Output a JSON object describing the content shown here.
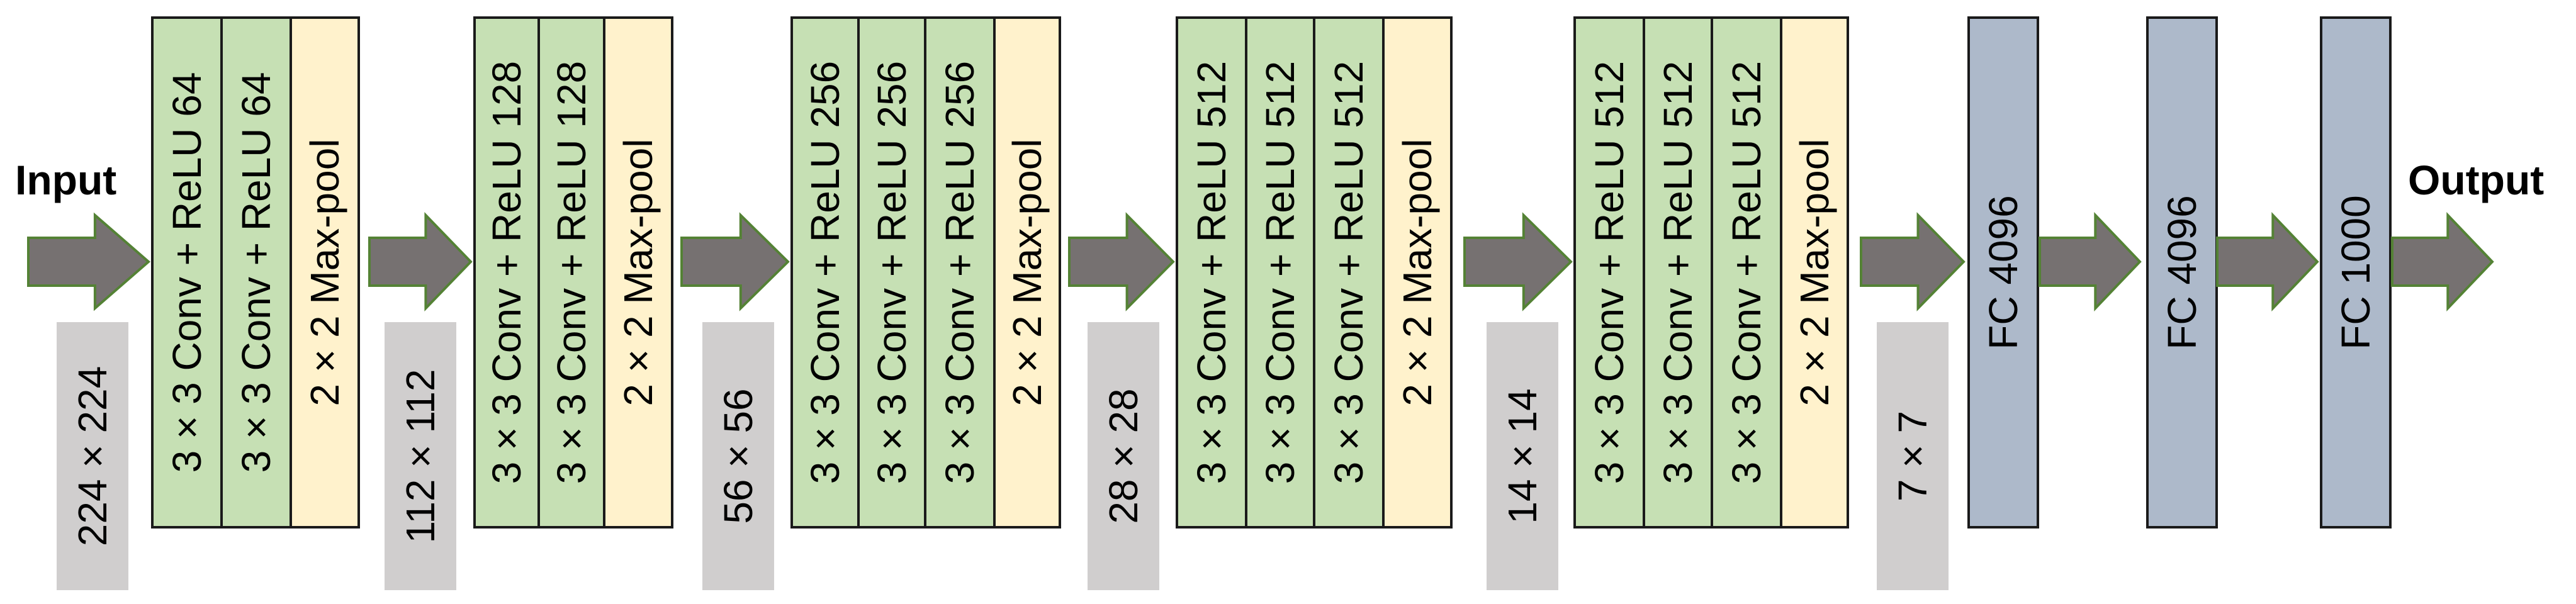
{
  "labels": {
    "input": "Input",
    "output": "Output"
  },
  "colors": {
    "conv": "#c6e0b4",
    "pool": "#fff2cc",
    "fc": "#adb9ca",
    "dim": "#d0cece",
    "arrow": "#767171",
    "arrow_stroke": "#548235"
  },
  "stages": [
    {
      "dim": "224 × 224",
      "layers": [
        {
          "kind": "conv",
          "label": "3 × 3 Conv + ReLU 64"
        },
        {
          "kind": "conv",
          "label": "3 × 3 Conv + ReLU 64"
        },
        {
          "kind": "pool",
          "label": "2 × 2 Max-pool"
        }
      ]
    },
    {
      "dim": "112 × 112",
      "layers": [
        {
          "kind": "conv",
          "label": "3 × 3 Conv + ReLU 128"
        },
        {
          "kind": "conv",
          "label": "3 × 3 Conv + ReLU 128"
        },
        {
          "kind": "pool",
          "label": "2 × 2 Max-pool"
        }
      ]
    },
    {
      "dim": "56 × 56",
      "layers": [
        {
          "kind": "conv",
          "label": "3 × 3 Conv + ReLU 256"
        },
        {
          "kind": "conv",
          "label": "3 × 3 Conv + ReLU 256"
        },
        {
          "kind": "conv",
          "label": "3 × 3 Conv + ReLU 256"
        },
        {
          "kind": "pool",
          "label": "2 × 2 Max-pool"
        }
      ]
    },
    {
      "dim": "28 × 28",
      "layers": [
        {
          "kind": "conv",
          "label": "3 × 3 Conv + ReLU 512"
        },
        {
          "kind": "conv",
          "label": "3 × 3 Conv + ReLU 512"
        },
        {
          "kind": "conv",
          "label": "3 × 3 Conv + ReLU 512"
        },
        {
          "kind": "pool",
          "label": "2 × 2 Max-pool"
        }
      ]
    },
    {
      "dim": "14 × 14",
      "layers": [
        {
          "kind": "conv",
          "label": "3 × 3 Conv + ReLU 512"
        },
        {
          "kind": "conv",
          "label": "3 × 3 Conv + ReLU 512"
        },
        {
          "kind": "conv",
          "label": "3 × 3 Conv + ReLU 512"
        },
        {
          "kind": "pool",
          "label": "2 × 2 Max-pool"
        }
      ]
    }
  ],
  "final_dim": "7 × 7",
  "fc_layers": [
    "FC 4096",
    "FC 4096",
    "FC 1000"
  ]
}
